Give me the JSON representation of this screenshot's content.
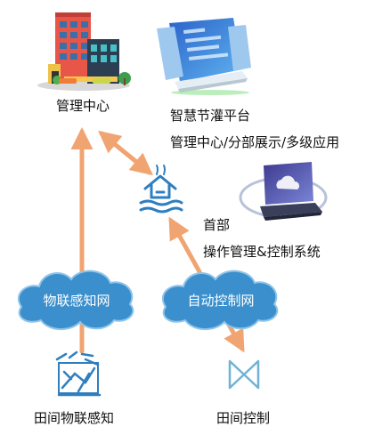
{
  "nodes": {
    "center": {
      "label": "管理中心",
      "icon": "office-building-icon"
    },
    "platform": {
      "title": "智慧节灌平台",
      "subtitle": "管理中心/分部展示/多级应用",
      "icon": "dashboard-screen-icon"
    },
    "head": {
      "label": "首部",
      "subtitle": "操作管理&控制系统",
      "icon": "laptop-cloud-icon"
    },
    "pump": {
      "icon": "pump-house-icon"
    },
    "field_sensing": {
      "label": "田间物联感知",
      "icon": "field-sensor-icon"
    },
    "field_control": {
      "label": "田间控制",
      "icon": "valve-icon"
    }
  },
  "networks": {
    "iot": {
      "label": "物联感知网"
    },
    "auto": {
      "label": "自动控制网"
    }
  },
  "colors": {
    "arrow": "#f0a472",
    "cloud": "#3a8fcc",
    "icon_blue": "#2f7fc0"
  }
}
